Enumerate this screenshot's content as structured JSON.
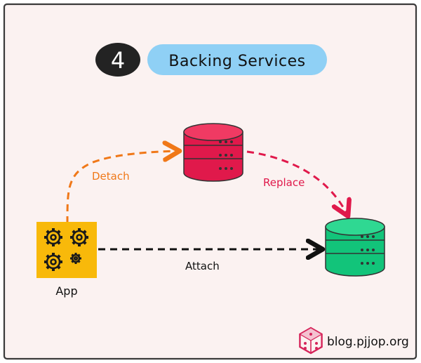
{
  "badge": {
    "number": "4"
  },
  "title": "Backing Services",
  "nodes": {
    "app": {
      "label": "App",
      "icon": "gears-icon"
    },
    "original_db": {
      "icon": "database-icon",
      "color": "#e0194b"
    },
    "replacement_db": {
      "icon": "database-icon",
      "color": "#12c47a"
    }
  },
  "edges": {
    "detach": {
      "label": "Detach",
      "color": "#f07818"
    },
    "replace": {
      "label": "Replace",
      "color": "#e0194b"
    },
    "attach": {
      "label": "Attach",
      "color": "#111111"
    }
  },
  "footer": {
    "site": "blog.pjjop.org",
    "logo_color": "#d6245a"
  },
  "colors": {
    "card_background": "#fbf2f1",
    "title_pill": "#8fd0f5",
    "badge": "#232323",
    "app_box": "#f8b90a"
  }
}
